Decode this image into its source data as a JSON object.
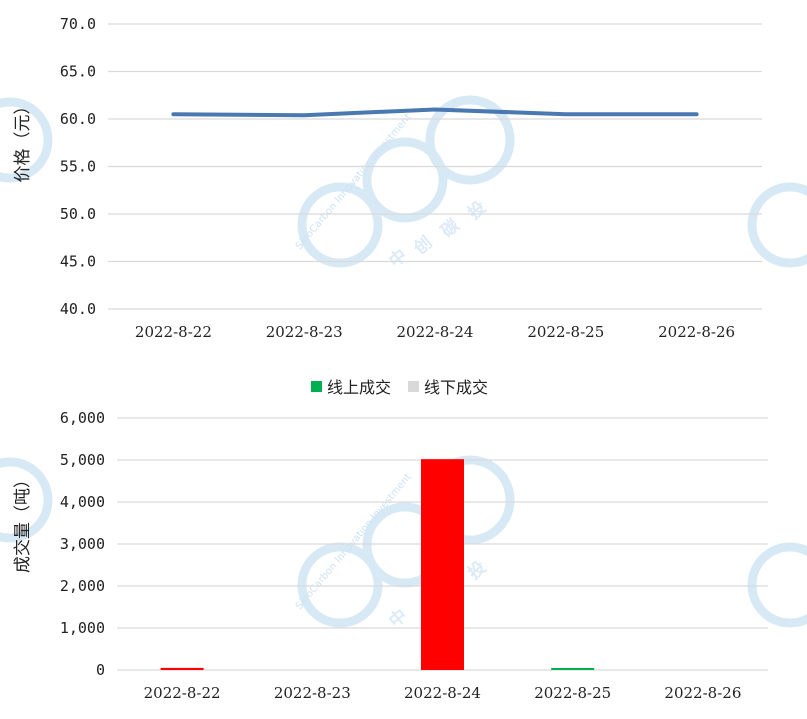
{
  "chart_data": [
    {
      "type": "line",
      "ylabel": "价格（元）",
      "categories": [
        "2022-8-22",
        "2022-8-23",
        "2022-8-24",
        "2022-8-25",
        "2022-8-26"
      ],
      "ylim": [
        40,
        70
      ],
      "yticks": [
        "40.0",
        "45.0",
        "50.0",
        "55.0",
        "60.0",
        "65.0",
        "70.0"
      ],
      "grid": true,
      "series": [
        {
          "values": [
            60.5,
            60.4,
            61.0,
            60.5,
            60.5
          ],
          "color": "#4a78b0"
        }
      ]
    },
    {
      "type": "bar",
      "ylabel": "成交量（吨）",
      "categories": [
        "2022-8-22",
        "2022-8-23",
        "2022-8-24",
        "2022-8-25",
        "2022-8-26"
      ],
      "ylim": [
        0,
        6000
      ],
      "yticks": [
        "0",
        "1,000",
        "2,000",
        "3,000",
        "4,000",
        "5,000",
        "6,000"
      ],
      "grid": true,
      "legend": "top",
      "legend_items": [
        {
          "label": "线上成交",
          "color": "#00b050"
        },
        {
          "label": "线下成交",
          "color": "#d9d9d9"
        }
      ],
      "bars": [
        {
          "value": 50,
          "color": "#ff0000"
        },
        {
          "value": 0,
          "color": "#ff0000"
        },
        {
          "value": 5020,
          "color": "#ff0000"
        },
        {
          "value": 30,
          "color": "#00b050"
        },
        {
          "value": 0,
          "color": "#ff0000"
        }
      ]
    }
  ],
  "watermark": {
    "text_en": "SinoCarbon Innovation Investment",
    "text_cn_1": "中",
    "text_cn_2": "创",
    "text_cn_3": "碳",
    "text_cn_4": "投"
  }
}
